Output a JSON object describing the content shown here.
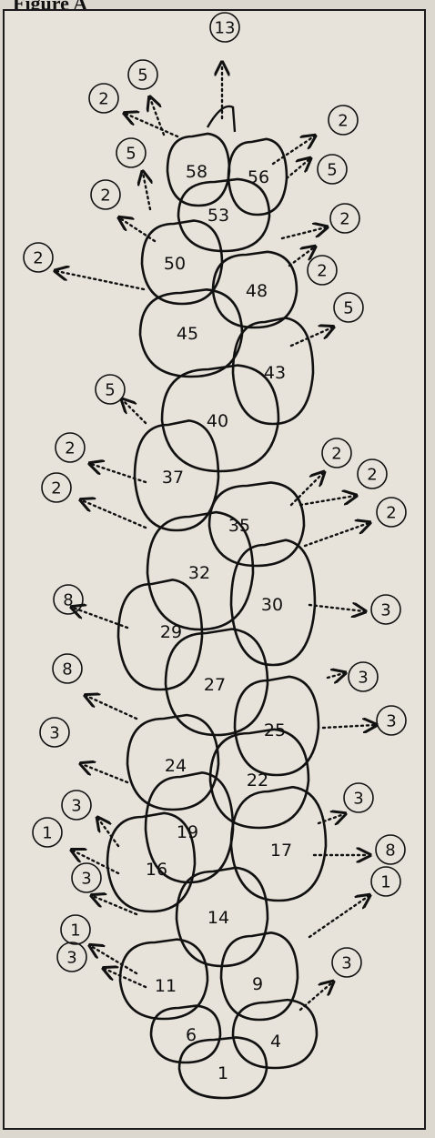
{
  "figure": {
    "title": "Figure A",
    "scale_numbers": [
      "1",
      "4",
      "6",
      "9",
      "11",
      "14",
      "16",
      "17",
      "19",
      "22",
      "24",
      "25",
      "27",
      "29",
      "30",
      "32",
      "35",
      "37",
      "40",
      "43",
      "45",
      "48",
      "50",
      "53",
      "56",
      "58"
    ],
    "circled_labels": [
      "13",
      "5",
      "2",
      "5",
      "2",
      "2",
      "5",
      "2",
      "2",
      "2",
      "5",
      "2",
      "2",
      "5",
      "2",
      "2",
      "2",
      "3",
      "8",
      "3",
      "8",
      "3",
      "3",
      "8",
      "3",
      "1",
      "3",
      "1",
      "3",
      "1",
      "3",
      "3"
    ]
  },
  "colors": {
    "ink": "#111111",
    "paper": "#e7e3da",
    "background": "#dcd8cf"
  }
}
